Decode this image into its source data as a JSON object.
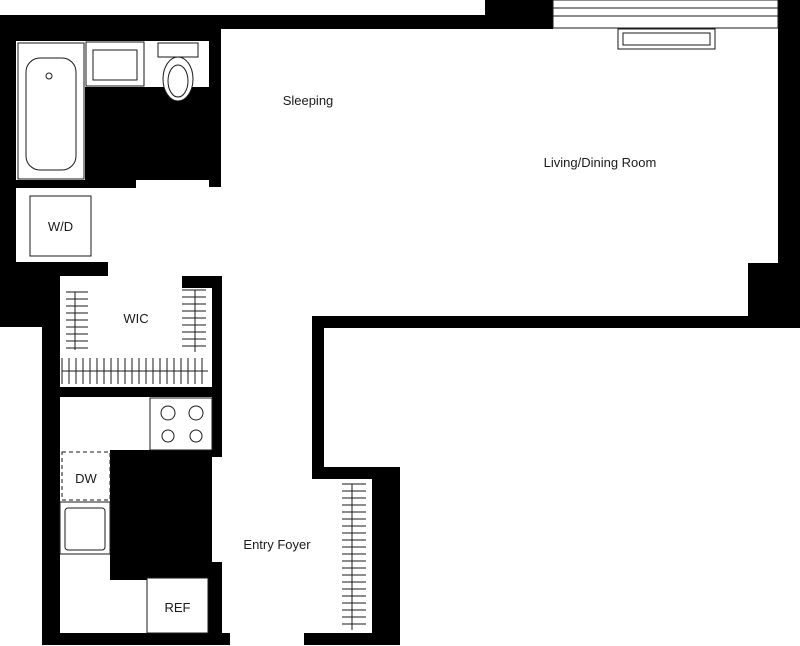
{
  "colors": {
    "wall": "#000000",
    "background": "#ffffff",
    "fixture_stroke": "#1a1a1a"
  },
  "rooms": {
    "sleeping": "Sleeping",
    "living_dining": "Living/Dining Room",
    "wic": "WIC",
    "entry_foyer": "Entry Foyer"
  },
  "fixtures": {
    "washer_dryer": "W/D",
    "dishwasher": "DW",
    "refrigerator": "REF"
  },
  "icons": [
    "bathtub-icon",
    "toilet-icon",
    "bathroom-sink-icon",
    "stove-icon",
    "kitchen-sink-icon",
    "closet-rod-icon",
    "window-icon"
  ]
}
